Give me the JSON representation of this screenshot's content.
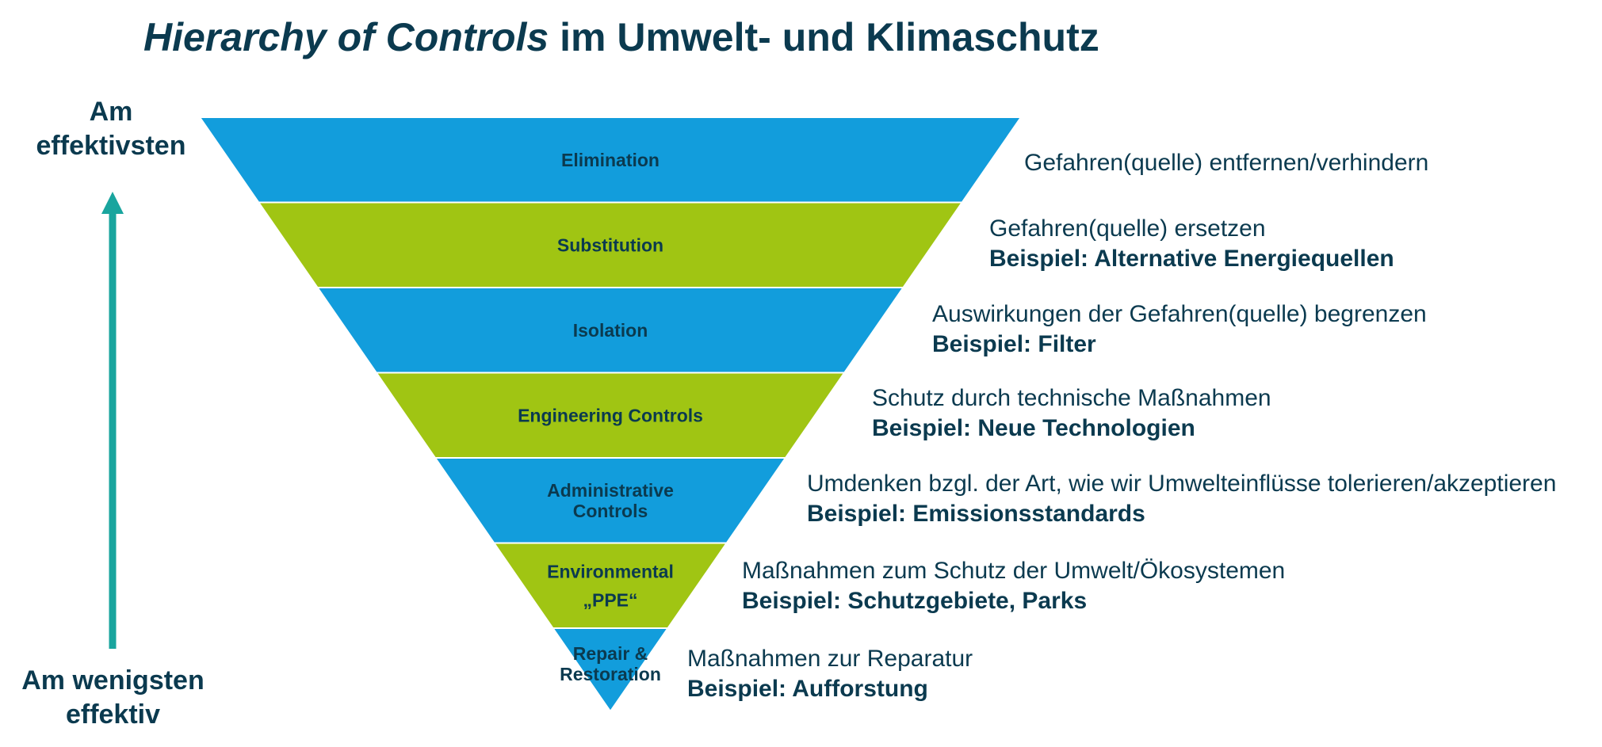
{
  "title": {
    "italic_part": "Hierarchy of Controls",
    "rest": " im Umwelt- und Klimaschutz"
  },
  "axis": {
    "top_label_line1": "Am",
    "top_label_line2": "effektivsten",
    "bottom_label_line1": "Am wenigsten",
    "bottom_label_line2": "effektiv"
  },
  "colors": {
    "blue": "#129ddc",
    "green": "#a0c513",
    "arrow": "#19a59e",
    "text": "#0b3a4f"
  },
  "tiers": [
    {
      "label_lines": [
        "Elimination"
      ],
      "color": "blue",
      "desc": "Gefahren(quelle) entfernen/verhindern",
      "example": ""
    },
    {
      "label_lines": [
        "Substitution"
      ],
      "color": "green",
      "desc": "Gefahren(quelle) ersetzen",
      "example": "Beispiel: Alternative Energiequellen"
    },
    {
      "label_lines": [
        "Isolation"
      ],
      "color": "blue",
      "desc": "Auswirkungen der Gefahren(quelle) begrenzen",
      "example": "Beispiel: Filter"
    },
    {
      "label_lines": [
        "Engineering Controls"
      ],
      "color": "green",
      "desc": "Schutz durch technische Maßnahmen",
      "example": "Beispiel: Neue Technologien"
    },
    {
      "label_lines": [
        "Administrative",
        "Controls"
      ],
      "color": "blue",
      "desc": "Umdenken bzgl. der Art, wie wir Umwelteinflüsse tolerieren/akzeptieren",
      "example": "Beispiel: Emissionsstandards"
    },
    {
      "label_lines": [
        "Environmental",
        "„PPE“"
      ],
      "color": "green",
      "desc": "Maßnahmen zum Schutz der Umwelt/Ökosystemen",
      "example": "Beispiel: Schutzgebiete, Parks"
    },
    {
      "label_lines": [
        "Repair &",
        "Restoration"
      ],
      "color": "blue",
      "desc": "Maßnahmen zur Reparatur",
      "example": "Beispiel: Aufforstung"
    }
  ]
}
